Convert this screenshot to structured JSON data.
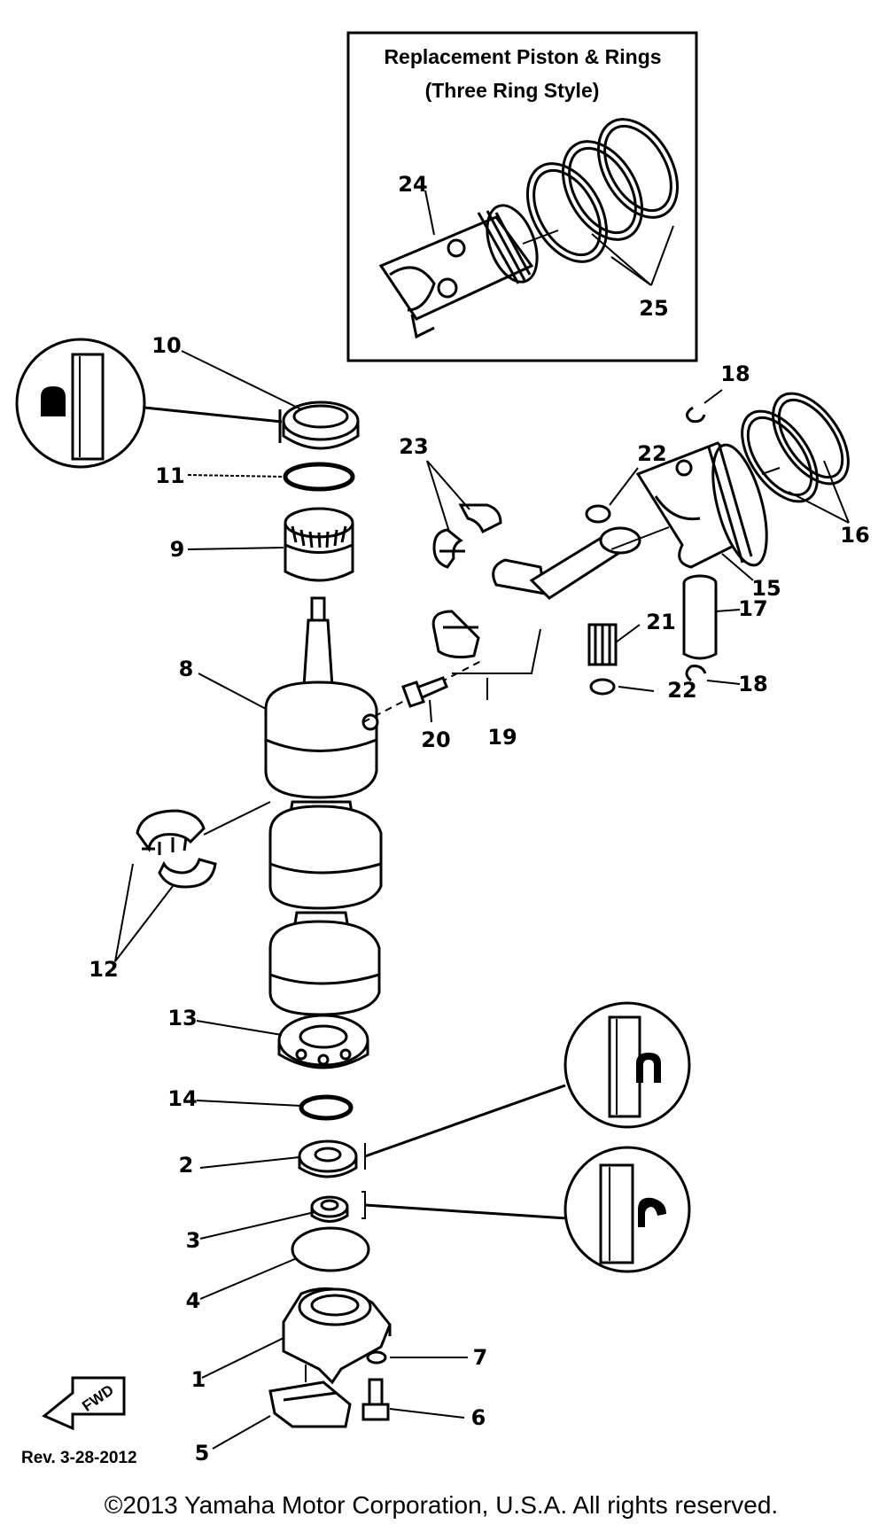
{
  "inset": {
    "title_line1": "Replacement Piston & Rings",
    "title_line2": "(Three Ring Style)"
  },
  "callouts": {
    "c1": "1",
    "c2": "2",
    "c3": "3",
    "c4": "4",
    "c5": "5",
    "c6": "6",
    "c7": "7",
    "c8": "8",
    "c9": "9",
    "c10": "10",
    "c11": "11",
    "c12": "12",
    "c13": "13",
    "c14": "14",
    "c15": "15",
    "c16": "16",
    "c17": "17",
    "c18a": "18",
    "c18b": "18",
    "c19": "19",
    "c20": "20",
    "c21": "21",
    "c22a": "22",
    "c22b": "22",
    "c23": "23",
    "c24": "24",
    "c25": "25"
  },
  "fwd_label": "FWD",
  "revision": "Rev. 3-28-2012",
  "copyright": "©2013 Yamaha Motor Corporation, U.S.A. All rights reserved."
}
